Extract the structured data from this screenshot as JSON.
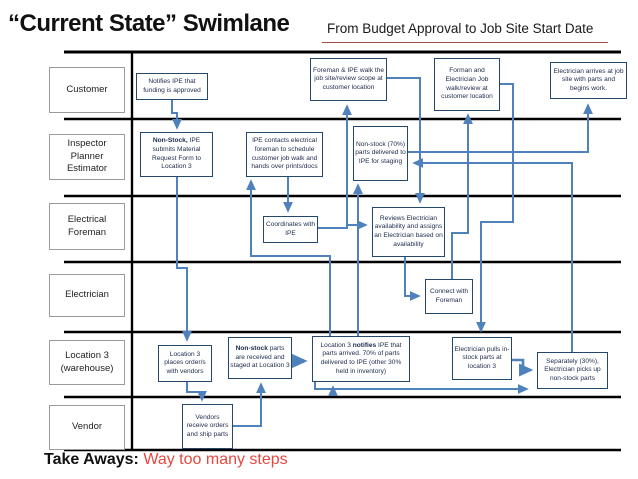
{
  "slide": {
    "title": "“Current State” Swimlane",
    "subtitle": "From Budget Approval to Job Site Start Date",
    "takeaway_label": "Take Aways:",
    "takeaway_text": " Way too many steps"
  },
  "colors": {
    "arrow_blue": "#4f81bd",
    "box_border_navy": "#24476b",
    "lane_line_black": "#000000",
    "takeaway_red": "#e8463f"
  },
  "lanes": [
    {
      "label": "Customer"
    },
    {
      "label": "Inspector\nPlanner\nEstimator"
    },
    {
      "label": "Electrical\nForeman"
    },
    {
      "label": "Electrician"
    },
    {
      "label": "Location 3\n(warehouse)"
    },
    {
      "label": "Vendor"
    }
  ],
  "boxes": [
    {
      "t1": "Notifies IPE that funding is approved",
      "b": "",
      "t2": ""
    },
    {
      "t1": "Foreman & IPE walk the job site/review scope at customer location",
      "b": "",
      "t2": ""
    },
    {
      "t1": "Forman and Electrician Job walk/review at customer location",
      "b": "",
      "t2": ""
    },
    {
      "t1": "Electrician arrives at job site with parts and begins work.",
      "b": "",
      "t2": ""
    },
    {
      "t1": "",
      "b": "Non-Stock,",
      "t2": " IPE submits Material Request Form to Location 3"
    },
    {
      "t1": "IPE contacts electrical foreman to schedule customer job walk and hands over prints/docs",
      "b": "",
      "t2": ""
    },
    {
      "t1": "Non-stock (70%) parts delivered to IPE for staging",
      "b": "",
      "t2": ""
    },
    {
      "t1": "Coordinates with IPE",
      "b": "",
      "t2": ""
    },
    {
      "t1": "Reviews Electrician availability and assigns an Electrician based on availability",
      "b": "",
      "t2": ""
    },
    {
      "t1": "Connect with Foreman",
      "b": "",
      "t2": ""
    },
    {
      "t1": "Location 3 places order/s with vendors",
      "b": "",
      "t2": ""
    },
    {
      "t1": "",
      "b": "Non-stock",
      "t2": " parts are received and staged at Location 3"
    },
    {
      "t1": "Location 3 ",
      "b": "notifies",
      "t2": " IPE that parts arrived. 70% of parts delivered to IPE (other 30% held in inventory)"
    },
    {
      "t1": "Electrician pulls in-stock parts at location 3",
      "b": "",
      "t2": ""
    },
    {
      "t1": "Separately (30%), Electrician picks up non-stock parts",
      "b": "",
      "t2": ""
    },
    {
      "t1": "Vendors receive orders and ship parts",
      "b": "",
      "t2": ""
    }
  ]
}
